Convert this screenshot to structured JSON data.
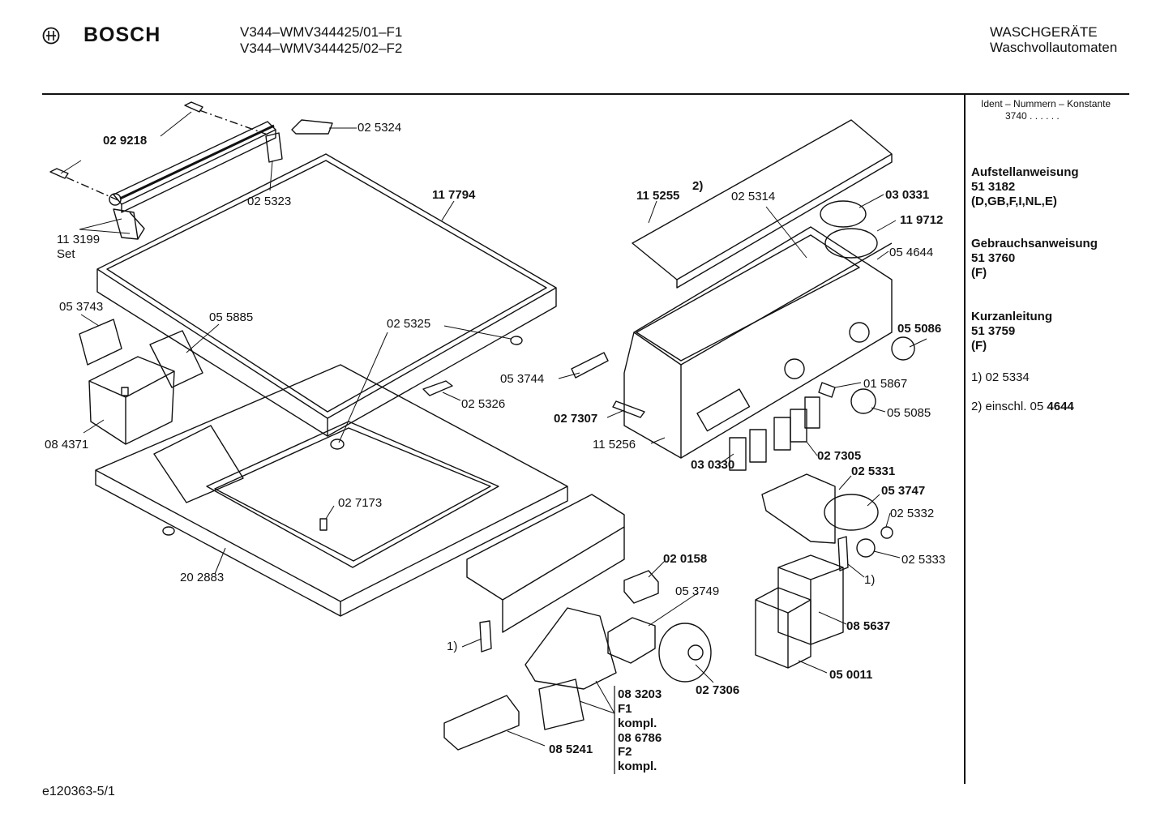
{
  "header": {
    "brand": "BOSCH",
    "models": [
      "V344–WMV344425/01–F1",
      "V344–WMV344425/02–F2"
    ],
    "category": "WASCHGERÄTE",
    "subcategory": "Waschvollautomaten"
  },
  "side": {
    "ident_title": "Ident – Nummern – Konstante",
    "ident_value": "3740  .  .  .  .  .  .",
    "sections": [
      {
        "title": "Aufstellanweisung",
        "number": "51 3182",
        "langs": "(D,GB,F,I,NL,E)"
      },
      {
        "title": "Gebrauchsanweisung",
        "number": "51 3760",
        "langs": "(F)"
      },
      {
        "title": "Kurzanleitung",
        "number": "51 3759",
        "langs": "(F)"
      }
    ],
    "note1_prefix": "1)  02 5334",
    "note2_prefix": "2)  einschl. 05 ",
    "note2_bold": "4644"
  },
  "footer": {
    "code": "e120363-5/1"
  },
  "labels": {
    "p029218": "02 9218",
    "p025324": "02 5324",
    "p025323": "02 5323",
    "p113199": "11 3199",
    "set": "Set",
    "p117794": "11 7794",
    "p053743": "05 3743",
    "p055885": "05 5885",
    "p025325": "02 5325",
    "p084371": "08 4371",
    "p025326": "02 5326",
    "p027173": "02 7173",
    "p202883": "20 2883",
    "p115255": "11 5255",
    "note2": "2)",
    "p025314": "02 5314",
    "p030331": "03 0331",
    "p119712": "11 9712",
    "p054644": "05 4644",
    "p055086": "05 5086",
    "p053744": "05 3744",
    "p015867": "01 5867",
    "p055085": "05 5085",
    "p027307": "02 7307",
    "p115256": "11 5256",
    "p027305": "02 7305",
    "p030330": "03 0330",
    "p025331": "02 5331",
    "p053747": "05 3747",
    "p025332": "02 5332",
    "p025333": "02 5333",
    "note1a": "1)",
    "note1b": "1)",
    "p020158": "02 0158",
    "p053749": "05 3749",
    "p085637": "08 5637",
    "p027306": "02 7306",
    "p050011": "05 0011",
    "p083203": "08 3203",
    "f1": "F1",
    "kompl1": "kompl.",
    "p086786": "08 6786",
    "f2": "F2",
    "kompl2": "kompl.",
    "p085241": "08 5241"
  }
}
